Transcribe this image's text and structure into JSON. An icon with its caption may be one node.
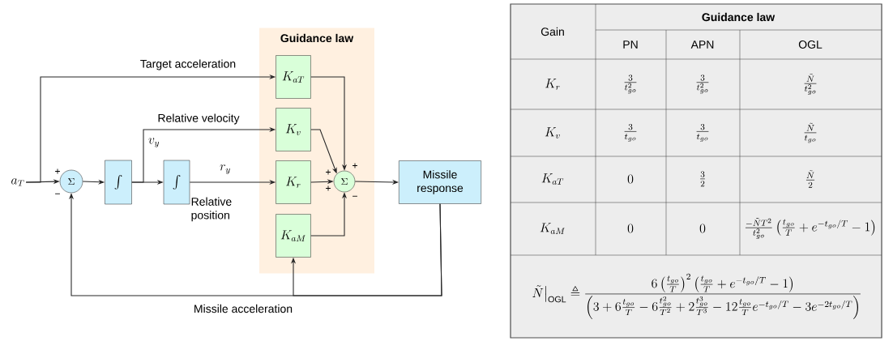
{
  "diagram": {
    "nodes": [
      {
        "text": [
          "a_T"
        ]
      },
      {
        "text": [
          "\\Sigma"
        ]
      },
      {
        "text": [
          "\\int"
        ]
      },
      {
        "text": [
          "\\int"
        ]
      },
      {
        "text": [
          "Guidance law"
        ]
      },
      {
        "text": [
          "K_{aT}"
        ],
        "in": 4
      },
      {
        "text": [
          "K_v"
        ],
        "in": 4
      },
      {
        "text": [
          "K_r"
        ],
        "in": 4
      },
      {
        "text": [
          "K_{aM}"
        ],
        "in": 4
      },
      {
        "text": [
          "\\Sigma"
        ],
        "in": 4
      },
      {
        "text": [
          "Missile response"
        ]
      }
    ],
    "edges": [
      {
        "from": 0,
        "to": 1,
        "arrow": "to"
      },
      {
        "from": 1,
        "to": 2,
        "arrow": "to"
      },
      {
        "from": 2,
        "to": 3,
        "arrow": "to"
      },
      {
        "from": 0,
        "to": 5,
        "arrow": "to",
        "label": "Target acceleration"
      },
      {
        "from": 2,
        "to": 6,
        "arrow": "to",
        "label": "Relative velocity"
      },
      {
        "from": 3,
        "to": 7,
        "arrow": "to",
        "label": "Relative position"
      },
      {
        "from": 5,
        "to": 9,
        "arrow": "to"
      },
      {
        "from": 6,
        "to": 9,
        "arrow": "to"
      },
      {
        "from": 7,
        "to": 9,
        "arrow": "to"
      },
      {
        "from": 8,
        "to": 9,
        "arrow": "to"
      },
      {
        "from": 9,
        "to": 10,
        "arrow": "to"
      },
      {
        "from": 10,
        "to": 1,
        "arrow": "to",
        "label": "Missile acceleration"
      },
      {
        "from": 10,
        "to": 8,
        "arrow": "to"
      }
    ],
    "labels": [
      "v_y",
      "r_y",
      "+",
      "−",
      "+",
      "+",
      "+",
      "−",
      "Gain",
      "Guidance law",
      "PN",
      "APN",
      "OGL",
      "K_r",
      "\\frac{3}{t_{go}^2}",
      "\\frac{3}{t_{go}^2}",
      "\\frac{\\tilde{N}}{t_{go}^2}",
      "K_v",
      "\\frac{3}{t_{go}}",
      "\\frac{3}{t_{go}}",
      "\\frac{\\tilde{N}}{t_{go}}",
      "K_{aT}",
      "0",
      "\\frac{3}{2}",
      "\\frac{\\tilde{N}}{2}",
      "K_{aM}",
      "0",
      "0",
      "\\frac{-\\tilde{N}T^2}{t_{go}^2}\\left(\\frac{t_{go}}{T}+e^{-t_{go}/T}-1\\right)",
      "\\tilde{N}\\big|_{\\mathrm{OGL}} \\triangleq \\frac{6\\left(\\frac{t_{go}}{T}\\right)^2\\left(\\frac{t_{go}}{T}+e^{-t_{go}/T}-1\\right)}{\\left(3+6\\frac{t_{go}}{T}-6\\frac{t_{go}^2}{T^2}+2\\frac{t_{go}^3}{T^3}-12\\frac{t_{go}}{T}e^{-t_{go}/T}-3e^{-2t_{go}/T}\\right)}"
    ]
  }
}
